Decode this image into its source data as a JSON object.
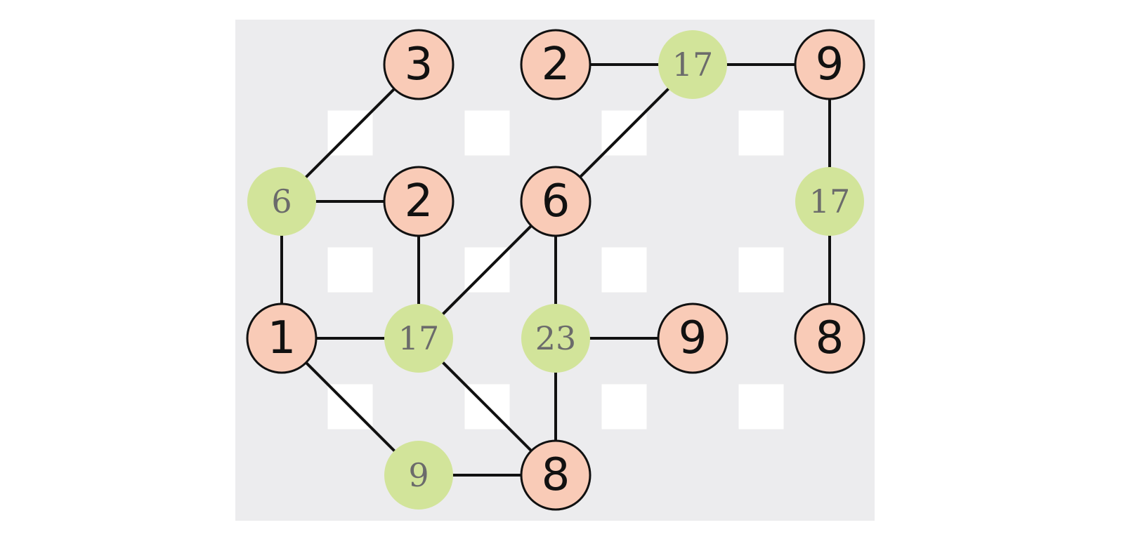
{
  "colors": {
    "panel": "#ececee",
    "window": "#ffffff",
    "salmon_node": "#f9cbb7",
    "green_node": "#d2e49a",
    "edge": "#111111",
    "node_outline": "#111111",
    "label_black": "#111111",
    "label_grey": "#6b6b6b"
  },
  "grid": {
    "columns": 5,
    "rows": 4
  },
  "nodes": [
    {
      "id": "n03",
      "col": 1,
      "row": 0,
      "label": "3",
      "kind": "salmon"
    },
    {
      "id": "n04",
      "col": 2,
      "row": 0,
      "label": "2",
      "kind": "salmon"
    },
    {
      "id": "n05",
      "col": 3,
      "row": 0,
      "label": "17",
      "kind": "green"
    },
    {
      "id": "n06",
      "col": 4,
      "row": 0,
      "label": "9",
      "kind": "salmon"
    },
    {
      "id": "n07",
      "col": 0,
      "row": 1,
      "label": "6",
      "kind": "green"
    },
    {
      "id": "n08",
      "col": 1,
      "row": 1,
      "label": "2",
      "kind": "salmon"
    },
    {
      "id": "n09",
      "col": 2,
      "row": 1,
      "label": "6",
      "kind": "salmon"
    },
    {
      "id": "n10",
      "col": 4,
      "row": 1,
      "label": "17",
      "kind": "green"
    },
    {
      "id": "n11",
      "col": 0,
      "row": 2,
      "label": "1",
      "kind": "salmon"
    },
    {
      "id": "n12",
      "col": 1,
      "row": 2,
      "label": "17",
      "kind": "green"
    },
    {
      "id": "n13",
      "col": 2,
      "row": 2,
      "label": "23",
      "kind": "green"
    },
    {
      "id": "n14",
      "col": 3,
      "row": 2,
      "label": "9",
      "kind": "salmon"
    },
    {
      "id": "n15",
      "col": 4,
      "row": 2,
      "label": "8",
      "kind": "salmon"
    },
    {
      "id": "n16",
      "col": 1,
      "row": 3,
      "label": "9",
      "kind": "green"
    },
    {
      "id": "n17",
      "col": 2,
      "row": 3,
      "label": "8",
      "kind": "salmon"
    }
  ],
  "edges": [
    [
      "n03",
      "n07"
    ],
    [
      "n04",
      "n05"
    ],
    [
      "n05",
      "n06"
    ],
    [
      "n05",
      "n09"
    ],
    [
      "n06",
      "n10"
    ],
    [
      "n10",
      "n15"
    ],
    [
      "n07",
      "n08"
    ],
    [
      "n07",
      "n11"
    ],
    [
      "n08",
      "n12"
    ],
    [
      "n09",
      "n12"
    ],
    [
      "n09",
      "n13"
    ],
    [
      "n11",
      "n12"
    ],
    [
      "n11",
      "n16"
    ],
    [
      "n12",
      "n17"
    ],
    [
      "n13",
      "n14"
    ],
    [
      "n13",
      "n17"
    ],
    [
      "n16",
      "n17"
    ]
  ]
}
